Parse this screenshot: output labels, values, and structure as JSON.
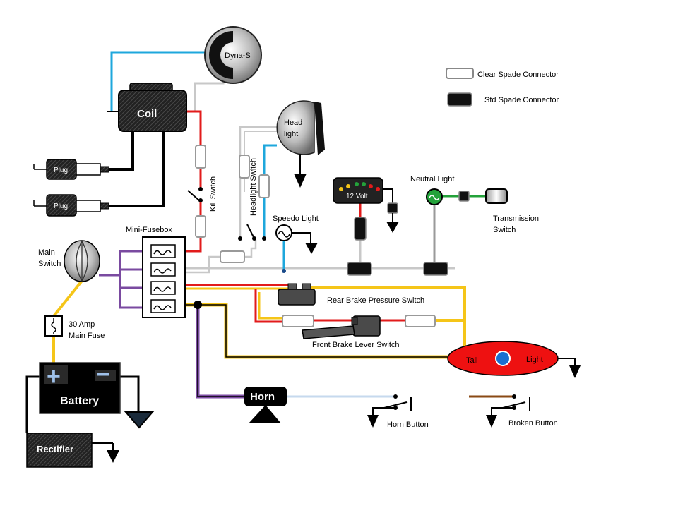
{
  "legend": {
    "clear_spade": "Clear Spade Connector",
    "std_spade": "Std Spade Connector"
  },
  "components": {
    "dyna_s": "Dyna-S",
    "coil": "Coil",
    "plug_1": "Plug",
    "plug_2": "Plug",
    "headlight_line1": "Head",
    "headlight_line2": "light",
    "kill_switch": "Kill Switch",
    "headlight_switch": "Headlight Switch",
    "indicator_12volt": "12 Volt",
    "neutral_light": "Neutral Light",
    "transmission_switch_line1": "Transmission",
    "transmission_switch_line2": "Switch",
    "mini_fusebox": "Mini-Fusebox",
    "main_switch_line1": "Main",
    "main_switch_line2": "Switch",
    "speedo_light": "Speedo Light",
    "main_fuse_line1": "30 Amp",
    "main_fuse_line2": "Main Fuse",
    "rear_brake_switch": "Rear Brake Pressure Switch",
    "front_brake_switch": "Front Brake Lever  Switch",
    "tail_light_left": "Tail",
    "tail_light_right": "Light",
    "battery": "Battery",
    "battery_plus": "+",
    "battery_minus": "−",
    "horn": "Horn",
    "horn_button": "Horn Button",
    "broken_button": "Broken Button",
    "rectifier": "Rectifier"
  },
  "colors": {
    "wire_blue": "#1ea7dc",
    "wire_red": "#e21b1b",
    "wire_yellow": "#f5c518",
    "wire_purple": "#7a4aa0",
    "wire_grey": "#c8c8c8",
    "wire_green": "#23a23a",
    "wire_brown": "#8a4a14",
    "wire_black": "#000000",
    "tail_light": "#ee1111",
    "tail_lens": "#1a6fd1"
  }
}
